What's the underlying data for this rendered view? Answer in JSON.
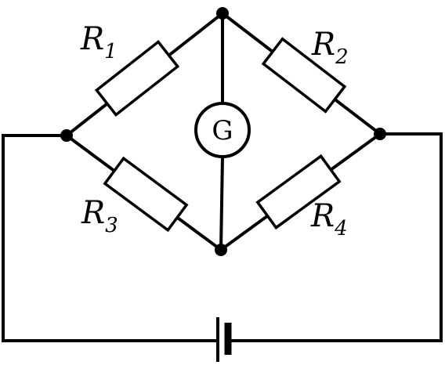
{
  "resistors": [
    {
      "id": "r1",
      "symbol": "R",
      "subscript": "1"
    },
    {
      "id": "r2",
      "symbol": "R",
      "subscript": "2"
    },
    {
      "id": "r3",
      "symbol": "R",
      "subscript": "3"
    },
    {
      "id": "r4",
      "symbol": "R",
      "subscript": "4"
    }
  ],
  "galvanometer": {
    "label": "G"
  },
  "colors": {
    "stroke": "#000000",
    "background": "#ffffff"
  }
}
